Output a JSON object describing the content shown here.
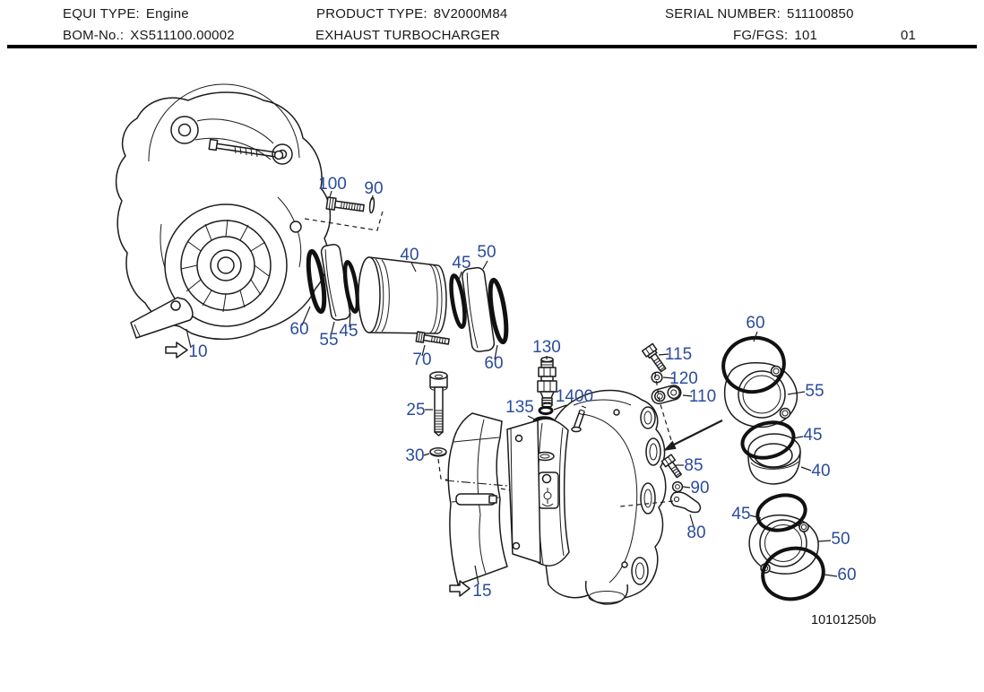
{
  "header": {
    "equi_type_label": "EQUI TYPE:",
    "equi_type_value": "Engine",
    "product_type_label": "PRODUCT TYPE:",
    "product_type_value": "8V2000M84",
    "serial_number_label": "SERIAL NUMBER:",
    "serial_number_value": "511100850",
    "bom_no_label": "BOM-No.:",
    "bom_no_value": "XS511100.00002",
    "description": "EXHAUST TURBOCHARGER",
    "fg_fgs_label": "FG/FGS:",
    "fg_fgs_value": "101",
    "sheet_number": "01"
  },
  "diagram": {
    "figure_id": "10101250b",
    "colors": {
      "callout": "#2b4c9c",
      "line": "#1c1c1c",
      "background": "#ffffff"
    },
    "callouts": [
      "100",
      "90",
      "10",
      "60",
      "55",
      "45",
      "40",
      "45",
      "50",
      "70",
      "60",
      "130",
      "1400",
      "135",
      "25",
      "30",
      "115",
      "120",
      "110",
      "85",
      "90",
      "80",
      "15",
      "60",
      "55",
      "45",
      "40",
      "45",
      "50",
      "60"
    ]
  }
}
